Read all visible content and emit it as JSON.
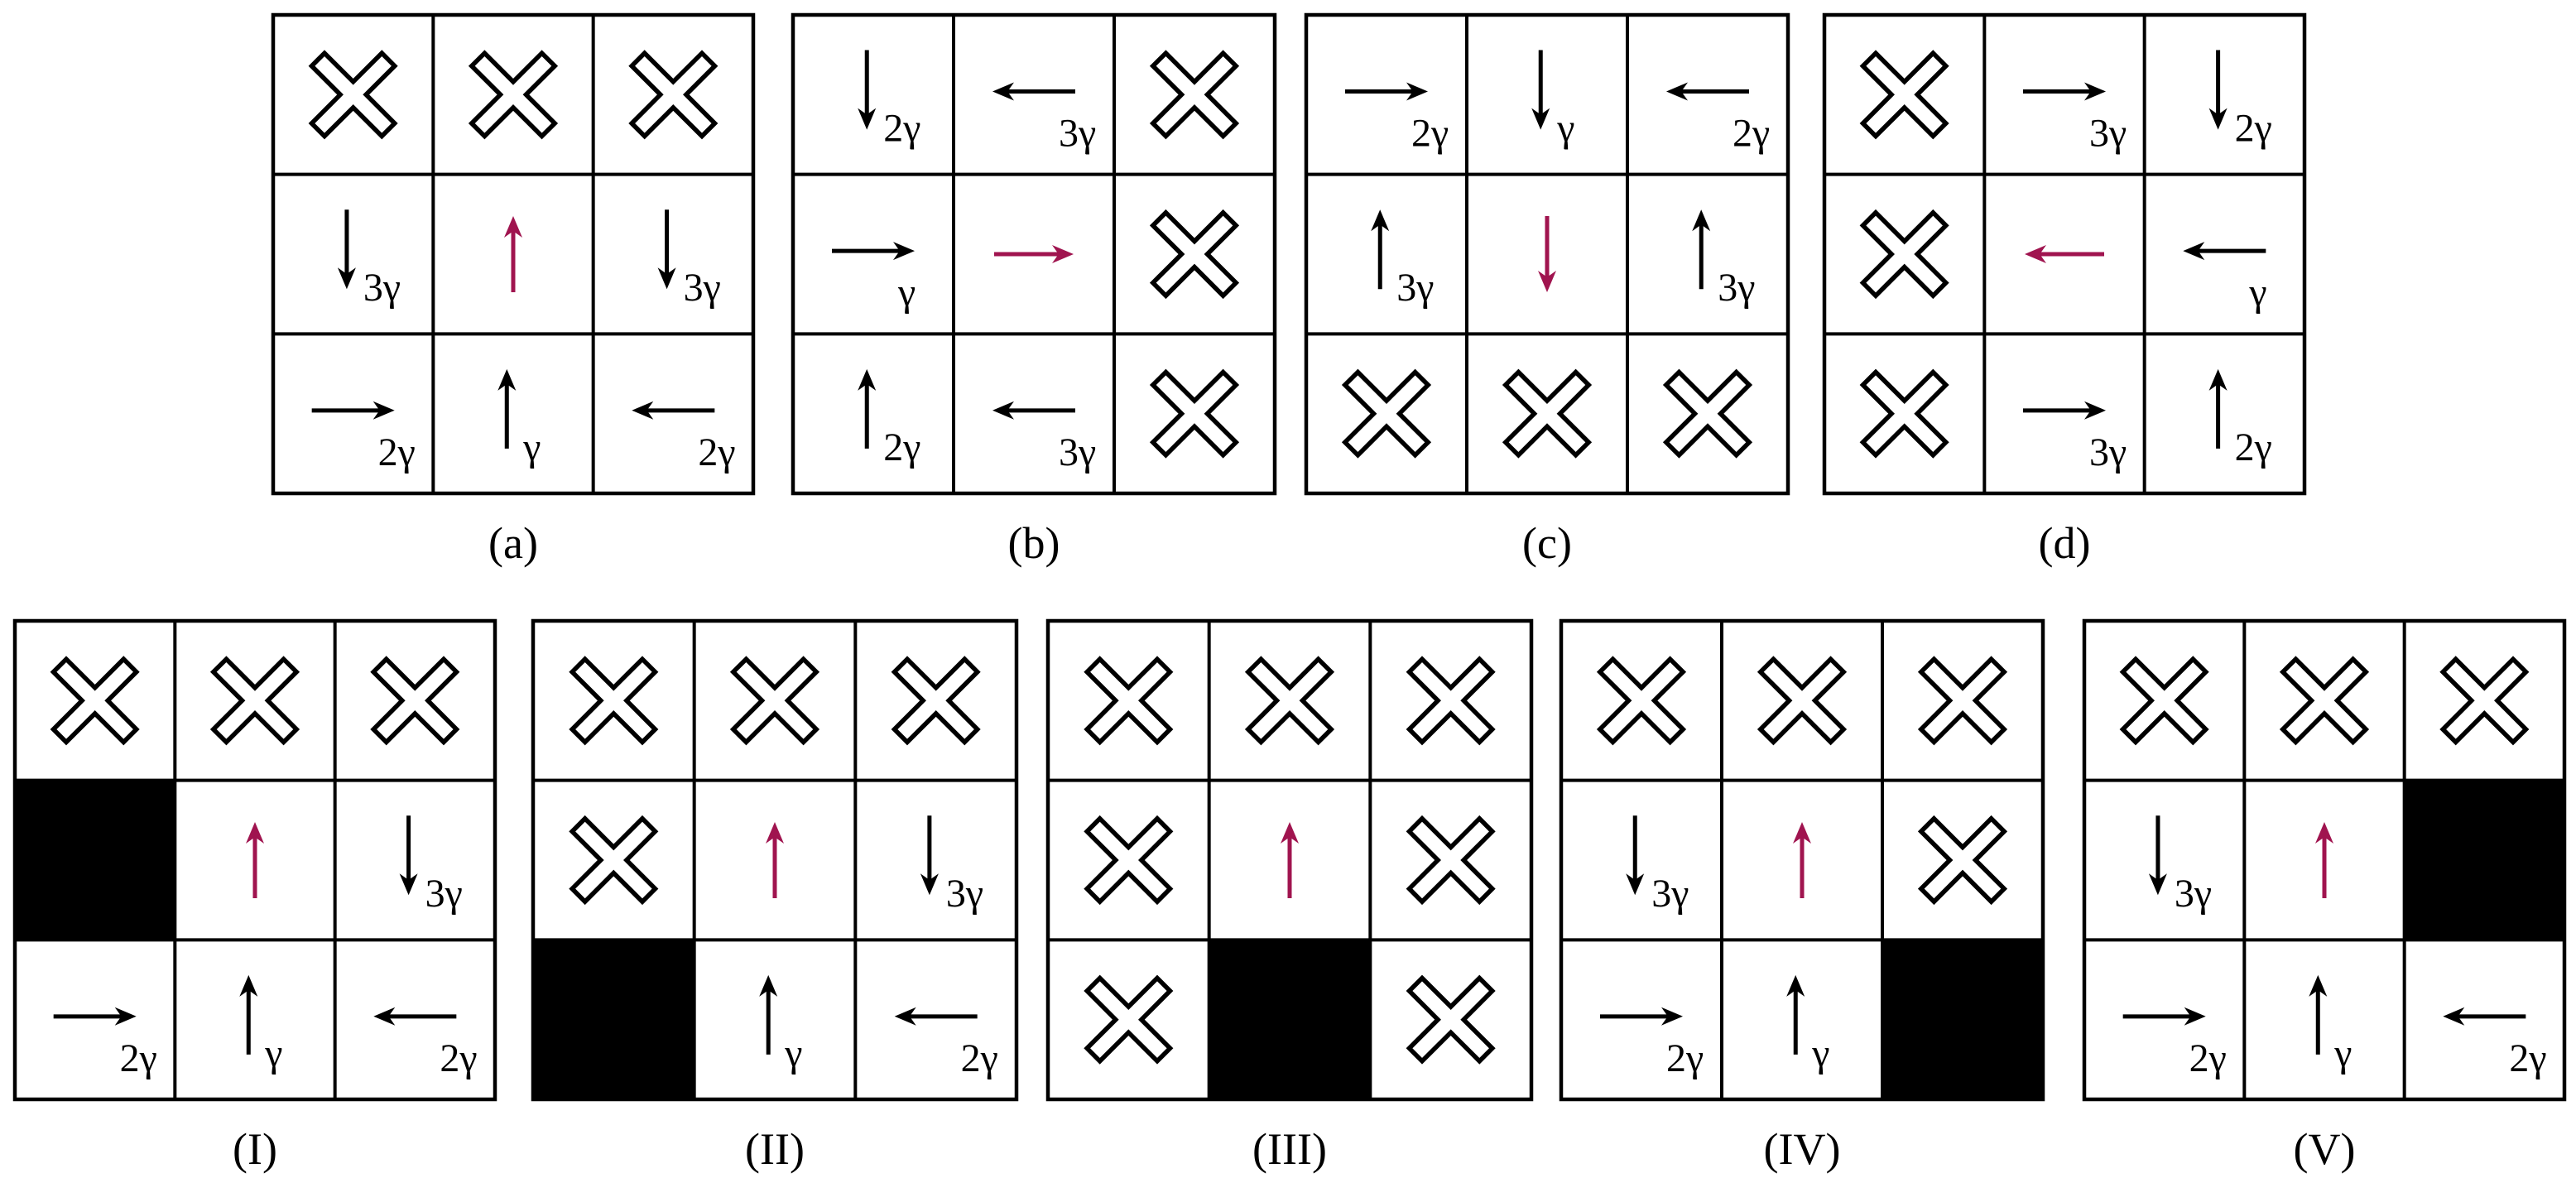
{
  "colors": {
    "line": "#000000",
    "arrow": "#000000",
    "center_arrow": "#a0144f",
    "blocked": "#000000",
    "background": "#ffffff"
  },
  "legend": {
    "X": "cross-icon (forbidden transition)",
    "B": "black blocked cell",
    "arrow": "arrow with coefficient label"
  },
  "panels": [
    {
      "id": "a",
      "caption": "(a)",
      "grid": [
        [
          {
            "t": "X"
          },
          {
            "t": "X"
          },
          {
            "t": "X"
          }
        ],
        [
          {
            "t": "arrow",
            "dir": "down",
            "label": "3γ"
          },
          {
            "t": "arrow",
            "dir": "up",
            "center": true,
            "label": ""
          },
          {
            "t": "arrow",
            "dir": "down",
            "label": "3γ"
          }
        ],
        [
          {
            "t": "arrow",
            "dir": "right",
            "label": "2γ"
          },
          {
            "t": "arrow",
            "dir": "up",
            "label": "γ"
          },
          {
            "t": "arrow",
            "dir": "left",
            "label": "2γ"
          }
        ]
      ]
    },
    {
      "id": "b",
      "caption": "(b)",
      "grid": [
        [
          {
            "t": "arrow",
            "dir": "down",
            "label": "2γ"
          },
          {
            "t": "arrow",
            "dir": "left",
            "label": "3γ"
          },
          {
            "t": "X"
          }
        ],
        [
          {
            "t": "arrow",
            "dir": "right",
            "label": "γ"
          },
          {
            "t": "arrow",
            "dir": "right",
            "center": true,
            "label": ""
          },
          {
            "t": "X"
          }
        ],
        [
          {
            "t": "arrow",
            "dir": "up",
            "label": "2γ"
          },
          {
            "t": "arrow",
            "dir": "left",
            "label": "3γ"
          },
          {
            "t": "X"
          }
        ]
      ]
    },
    {
      "id": "c",
      "caption": "(c)",
      "grid": [
        [
          {
            "t": "arrow",
            "dir": "right",
            "label": "2γ"
          },
          {
            "t": "arrow",
            "dir": "down",
            "label": "γ"
          },
          {
            "t": "arrow",
            "dir": "left",
            "label": "2γ"
          }
        ],
        [
          {
            "t": "arrow",
            "dir": "up",
            "label": "3γ"
          },
          {
            "t": "arrow",
            "dir": "down",
            "center": true,
            "label": ""
          },
          {
            "t": "arrow",
            "dir": "up",
            "label": "3γ"
          }
        ],
        [
          {
            "t": "X"
          },
          {
            "t": "X"
          },
          {
            "t": "X"
          }
        ]
      ]
    },
    {
      "id": "d",
      "caption": "(d)",
      "grid": [
        [
          {
            "t": "X"
          },
          {
            "t": "arrow",
            "dir": "right",
            "label": "3γ"
          },
          {
            "t": "arrow",
            "dir": "down",
            "label": "2γ"
          }
        ],
        [
          {
            "t": "X"
          },
          {
            "t": "arrow",
            "dir": "left",
            "center": true,
            "label": ""
          },
          {
            "t": "arrow",
            "dir": "left",
            "label": "γ"
          }
        ],
        [
          {
            "t": "X"
          },
          {
            "t": "arrow",
            "dir": "right",
            "label": "3γ"
          },
          {
            "t": "arrow",
            "dir": "up",
            "label": "2γ"
          }
        ]
      ]
    },
    {
      "id": "I",
      "caption": "(I)",
      "grid": [
        [
          {
            "t": "X"
          },
          {
            "t": "X"
          },
          {
            "t": "X"
          }
        ],
        [
          {
            "t": "B"
          },
          {
            "t": "arrow",
            "dir": "up",
            "center": true,
            "label": ""
          },
          {
            "t": "arrow",
            "dir": "down",
            "label": "3γ"
          }
        ],
        [
          {
            "t": "arrow",
            "dir": "right",
            "label": "2γ"
          },
          {
            "t": "arrow",
            "dir": "up",
            "label": "γ"
          },
          {
            "t": "arrow",
            "dir": "left",
            "label": "2γ"
          }
        ]
      ]
    },
    {
      "id": "II",
      "caption": "(II)",
      "grid": [
        [
          {
            "t": "X"
          },
          {
            "t": "X"
          },
          {
            "t": "X"
          }
        ],
        [
          {
            "t": "X"
          },
          {
            "t": "arrow",
            "dir": "up",
            "center": true,
            "label": ""
          },
          {
            "t": "arrow",
            "dir": "down",
            "label": "3γ"
          }
        ],
        [
          {
            "t": "B"
          },
          {
            "t": "arrow",
            "dir": "up",
            "label": "γ"
          },
          {
            "t": "arrow",
            "dir": "left",
            "label": "2γ"
          }
        ]
      ]
    },
    {
      "id": "III",
      "caption": "(III)",
      "grid": [
        [
          {
            "t": "X"
          },
          {
            "t": "X"
          },
          {
            "t": "X"
          }
        ],
        [
          {
            "t": "X"
          },
          {
            "t": "arrow",
            "dir": "up",
            "center": true,
            "label": ""
          },
          {
            "t": "X"
          }
        ],
        [
          {
            "t": "X"
          },
          {
            "t": "B"
          },
          {
            "t": "X"
          }
        ]
      ]
    },
    {
      "id": "IV",
      "caption": "(IV)",
      "grid": [
        [
          {
            "t": "X"
          },
          {
            "t": "X"
          },
          {
            "t": "X"
          }
        ],
        [
          {
            "t": "arrow",
            "dir": "down",
            "label": "3γ"
          },
          {
            "t": "arrow",
            "dir": "up",
            "center": true,
            "label": ""
          },
          {
            "t": "X"
          }
        ],
        [
          {
            "t": "arrow",
            "dir": "right",
            "label": "2γ"
          },
          {
            "t": "arrow",
            "dir": "up",
            "label": "γ"
          },
          {
            "t": "B"
          }
        ]
      ]
    },
    {
      "id": "V",
      "caption": "(V)",
      "grid": [
        [
          {
            "t": "X"
          },
          {
            "t": "X"
          },
          {
            "t": "X"
          }
        ],
        [
          {
            "t": "arrow",
            "dir": "down",
            "label": "3γ"
          },
          {
            "t": "arrow",
            "dir": "up",
            "center": true,
            "label": ""
          },
          {
            "t": "B"
          }
        ],
        [
          {
            "t": "arrow",
            "dir": "right",
            "label": "2γ"
          },
          {
            "t": "arrow",
            "dir": "up",
            "label": "γ"
          },
          {
            "t": "arrow",
            "dir": "left",
            "label": "2γ"
          }
        ]
      ]
    }
  ]
}
